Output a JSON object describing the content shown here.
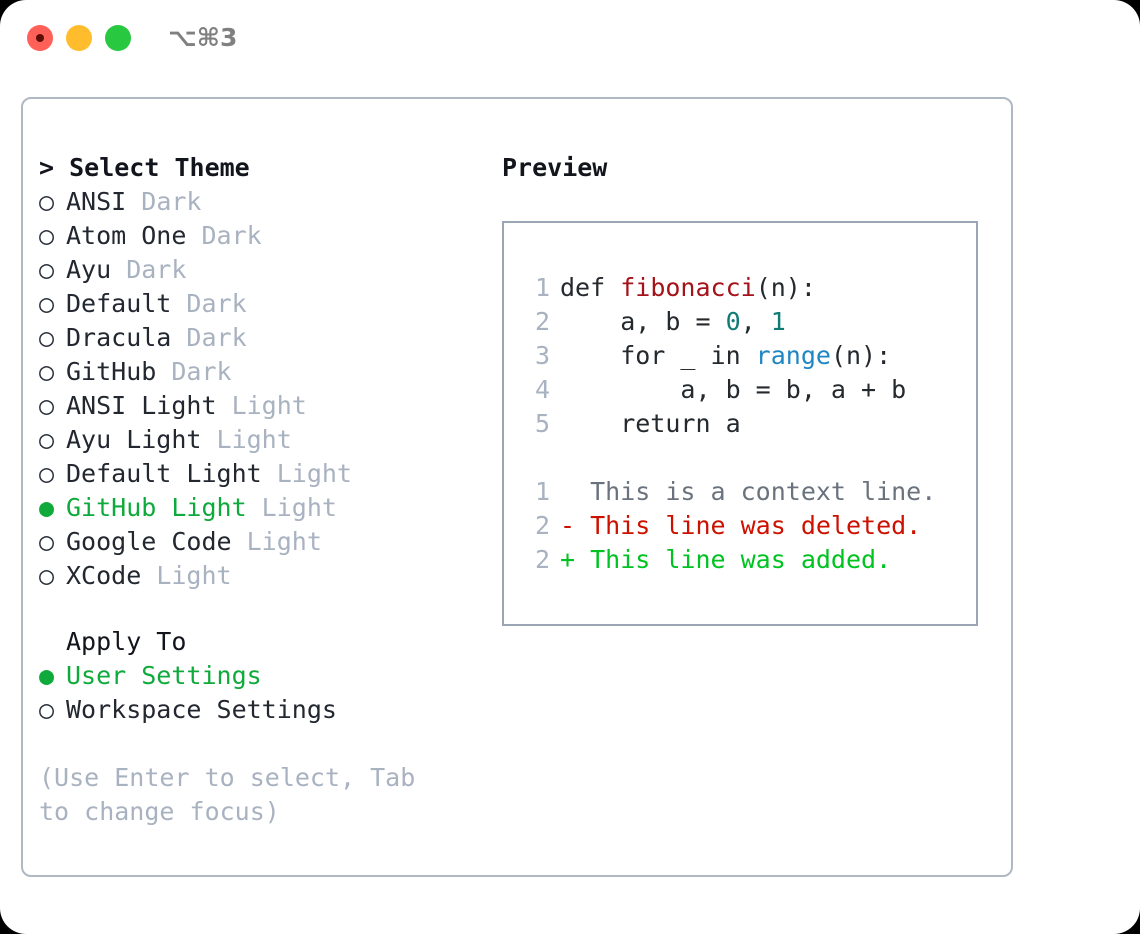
{
  "titlebar": {
    "shortcut": "⌥⌘3",
    "dots": [
      "close-red",
      "minimize-yellow",
      "zoom-green"
    ]
  },
  "theme_picker": {
    "heading": "> Select Theme",
    "focus_prefix": ">",
    "selected_marker": "●",
    "unselected_marker": "○",
    "selected_color": "#0faa3c",
    "items": [
      {
        "name": "ANSI",
        "variant": "Dark",
        "selected": false
      },
      {
        "name": "Atom One",
        "variant": "Dark",
        "selected": false
      },
      {
        "name": "Ayu",
        "variant": "Dark",
        "selected": false
      },
      {
        "name": "Default",
        "variant": "Dark",
        "selected": false
      },
      {
        "name": "Dracula",
        "variant": "Dark",
        "selected": false
      },
      {
        "name": "GitHub",
        "variant": "Dark",
        "selected": false
      },
      {
        "name": "ANSI Light",
        "variant": "Light",
        "selected": false
      },
      {
        "name": "Ayu Light",
        "variant": "Light",
        "selected": false
      },
      {
        "name": "Default Light",
        "variant": "Light",
        "selected": false
      },
      {
        "name": "GitHub Light",
        "variant": "Light",
        "selected": true
      },
      {
        "name": "Google Code",
        "variant": "Light",
        "selected": false
      },
      {
        "name": "XCode",
        "variant": "Light",
        "selected": false
      }
    ]
  },
  "apply_to": {
    "heading": "Apply To",
    "items": [
      {
        "name": "User Settings",
        "selected": true
      },
      {
        "name": "Workspace Settings",
        "selected": false
      }
    ]
  },
  "hint": "(Use Enter to select, Tab to change focus)",
  "preview": {
    "heading": "Preview",
    "code_lines": [
      {
        "no": "1",
        "segments": [
          {
            "text": "def ",
            "style": "plain"
          },
          {
            "text": "fibonacci",
            "style": "fn"
          },
          {
            "text": "(n):",
            "style": "plain"
          }
        ]
      },
      {
        "no": "2",
        "segments": [
          {
            "text": "    a, b = ",
            "style": "plain"
          },
          {
            "text": "0",
            "style": "num"
          },
          {
            "text": ", ",
            "style": "plain"
          },
          {
            "text": "1",
            "style": "num"
          }
        ]
      },
      {
        "no": "3",
        "segments": [
          {
            "text": "    for _ in ",
            "style": "plain"
          },
          {
            "text": "range",
            "style": "call"
          },
          {
            "text": "(n):",
            "style": "plain"
          }
        ]
      },
      {
        "no": "4",
        "segments": [
          {
            "text": "        a, b = b, a + b",
            "style": "plain"
          }
        ]
      },
      {
        "no": "5",
        "segments": [
          {
            "text": "    return a",
            "style": "plain"
          }
        ]
      }
    ],
    "diff_lines": [
      {
        "no": "1",
        "marker": " ",
        "text": "  This is a context line.",
        "kind": "context"
      },
      {
        "no": "2",
        "marker": "-",
        "text": "- This line was deleted.",
        "kind": "deleted"
      },
      {
        "no": "2",
        "marker": "+",
        "text": "+ This line was added.",
        "kind": "added"
      }
    ],
    "colors": {
      "function": "#a4121a",
      "number": "#107a74",
      "call": "#1f86c4",
      "deleted": "#cc1100",
      "added": "#00c322",
      "context": "#6a737d",
      "lineno": "#a8b2c0"
    }
  }
}
